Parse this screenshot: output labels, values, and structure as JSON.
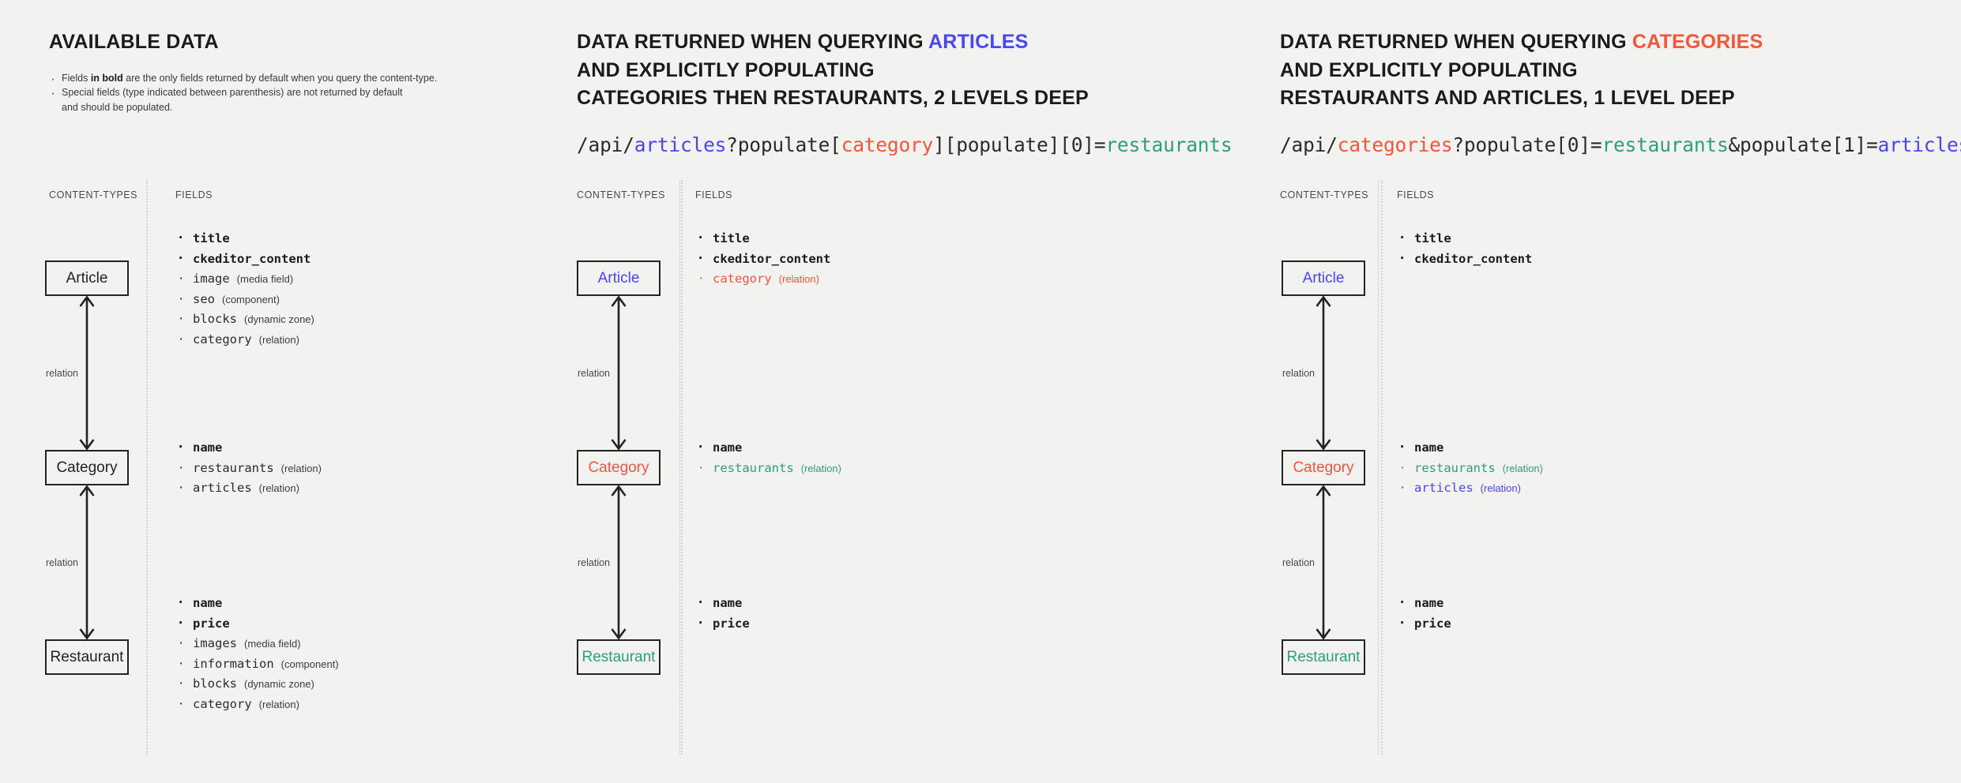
{
  "colors": {
    "background": "#f2f2f0",
    "ink": "#1b1b1b",
    "blue": "#4945ff",
    "red": "#f5563b",
    "green": "#2f9e79",
    "muted": "#4a4a48"
  },
  "columns": [
    {
      "id": "available-data",
      "title_lines": [
        [
          {
            "text": "AVAILABLE DATA",
            "color": "default"
          }
        ]
      ],
      "notes": [
        {
          "parts": [
            {
              "text": "Fields "
            },
            {
              "text": "in bold",
              "bold": true
            },
            {
              "text": " are the only fields returned by default when you query the content-type."
            }
          ]
        },
        {
          "parts": [
            {
              "text": "Special fields (type indicated between parenthesis) are not returned by default"
            }
          ]
        },
        {
          "continuation": true,
          "parts": [
            {
              "text": "and should be populated."
            }
          ]
        }
      ],
      "api": null,
      "sublabels": {
        "content_types": "CONTENT-TYPES",
        "fields": "FIELDS"
      },
      "nodes": [
        {
          "label": "Article",
          "color": "default"
        },
        {
          "label": "Category",
          "color": "default"
        },
        {
          "label": "Restaurant",
          "color": "default"
        }
      ],
      "relations": [
        {
          "label": "relation"
        },
        {
          "label": "relation"
        }
      ],
      "field_groups": [
        [
          {
            "name": "title",
            "type": "",
            "bold": true,
            "color": "default"
          },
          {
            "name": "ckeditor_content",
            "type": "",
            "bold": true,
            "color": "default"
          },
          {
            "name": "image",
            "type": "(media field)",
            "bold": false,
            "color": "default"
          },
          {
            "name": "seo",
            "type": "(component)",
            "bold": false,
            "color": "default"
          },
          {
            "name": "blocks",
            "type": "(dynamic zone)",
            "bold": false,
            "color": "default"
          },
          {
            "name": "category",
            "type": "(relation)",
            "bold": false,
            "color": "default"
          }
        ],
        [
          {
            "name": "name",
            "type": "",
            "bold": true,
            "color": "default"
          },
          {
            "name": "restaurants",
            "type": "(relation)",
            "bold": false,
            "color": "default"
          },
          {
            "name": "articles",
            "type": "(relation)",
            "bold": false,
            "color": "default"
          }
        ],
        [
          {
            "name": "name",
            "type": "",
            "bold": true,
            "color": "default"
          },
          {
            "name": "price",
            "type": "",
            "bold": true,
            "color": "default"
          },
          {
            "name": "images",
            "type": "(media field)",
            "bold": false,
            "color": "default"
          },
          {
            "name": "information",
            "type": "(component)",
            "bold": false,
            "color": "default"
          },
          {
            "name": "blocks",
            "type": "(dynamic zone)",
            "bold": false,
            "color": "default"
          },
          {
            "name": "category",
            "type": "(relation)",
            "bold": false,
            "color": "default"
          }
        ]
      ]
    },
    {
      "id": "querying-articles",
      "title_lines": [
        [
          {
            "text": "DATA RETURNED WHEN QUERYING ",
            "color": "default"
          },
          {
            "text": "ARTICLES",
            "color": "blue"
          }
        ],
        [
          {
            "text": "AND EXPLICITLY POPULATING",
            "color": "default"
          }
        ],
        [
          {
            "text": "CATEGORIES THEN RESTAURANTS, 2 LEVELS DEEP",
            "color": "default"
          }
        ]
      ],
      "notes": [],
      "api": [
        {
          "text": "/api/",
          "color": "default"
        },
        {
          "text": "articles",
          "color": "blue"
        },
        {
          "text": "?populate[",
          "color": "default"
        },
        {
          "text": "category",
          "color": "red"
        },
        {
          "text": "][populate][0]=",
          "color": "default"
        },
        {
          "text": "restaurants",
          "color": "green"
        }
      ],
      "sublabels": {
        "content_types": "CONTENT-TYPES",
        "fields": "FIELDS"
      },
      "nodes": [
        {
          "label": "Article",
          "color": "blue"
        },
        {
          "label": "Category",
          "color": "red"
        },
        {
          "label": "Restaurant",
          "color": "green"
        }
      ],
      "relations": [
        {
          "label": "relation"
        },
        {
          "label": "relation"
        }
      ],
      "field_groups": [
        [
          {
            "name": "title",
            "type": "",
            "bold": true,
            "color": "default"
          },
          {
            "name": "ckeditor_content",
            "type": "",
            "bold": true,
            "color": "default"
          },
          {
            "name": "category",
            "type": "(relation)",
            "bold": false,
            "color": "red"
          }
        ],
        [
          {
            "name": "name",
            "type": "",
            "bold": true,
            "color": "default"
          },
          {
            "name": "restaurants",
            "type": "(relation)",
            "bold": false,
            "color": "green"
          }
        ],
        [
          {
            "name": "name",
            "type": "",
            "bold": true,
            "color": "default"
          },
          {
            "name": "price",
            "type": "",
            "bold": true,
            "color": "default"
          }
        ]
      ]
    },
    {
      "id": "querying-categories",
      "title_lines": [
        [
          {
            "text": "DATA RETURNED WHEN QUERYING ",
            "color": "default"
          },
          {
            "text": "CATEGORIES",
            "color": "red"
          }
        ],
        [
          {
            "text": "AND EXPLICITLY POPULATING",
            "color": "default"
          }
        ],
        [
          {
            "text": "RESTAURANTS AND ARTICLES, 1 LEVEL DEEP",
            "color": "default"
          }
        ]
      ],
      "notes": [],
      "api": [
        {
          "text": "/api/",
          "color": "default"
        },
        {
          "text": "categories",
          "color": "red"
        },
        {
          "text": "?populate[0]=",
          "color": "default"
        },
        {
          "text": "restaurants",
          "color": "green"
        },
        {
          "text": "&populate[1]=",
          "color": "default"
        },
        {
          "text": "articles",
          "color": "blue"
        }
      ],
      "sublabels": {
        "content_types": "CONTENT-TYPES",
        "fields": "FIELDS"
      },
      "nodes": [
        {
          "label": "Article",
          "color": "blue"
        },
        {
          "label": "Category",
          "color": "red"
        },
        {
          "label": "Restaurant",
          "color": "green"
        }
      ],
      "relations": [
        {
          "label": "relation"
        },
        {
          "label": "relation"
        }
      ],
      "field_groups": [
        [
          {
            "name": "title",
            "type": "",
            "bold": true,
            "color": "default"
          },
          {
            "name": "ckeditor_content",
            "type": "",
            "bold": true,
            "color": "default"
          }
        ],
        [
          {
            "name": "name",
            "type": "",
            "bold": true,
            "color": "default"
          },
          {
            "name": "restaurants",
            "type": "(relation)",
            "bold": false,
            "color": "green"
          },
          {
            "name": "articles",
            "type": "(relation)",
            "bold": false,
            "color": "blue"
          }
        ],
        [
          {
            "name": "name",
            "type": "",
            "bold": true,
            "color": "default"
          },
          {
            "name": "price",
            "type": "",
            "bold": true,
            "color": "default"
          }
        ]
      ]
    }
  ]
}
